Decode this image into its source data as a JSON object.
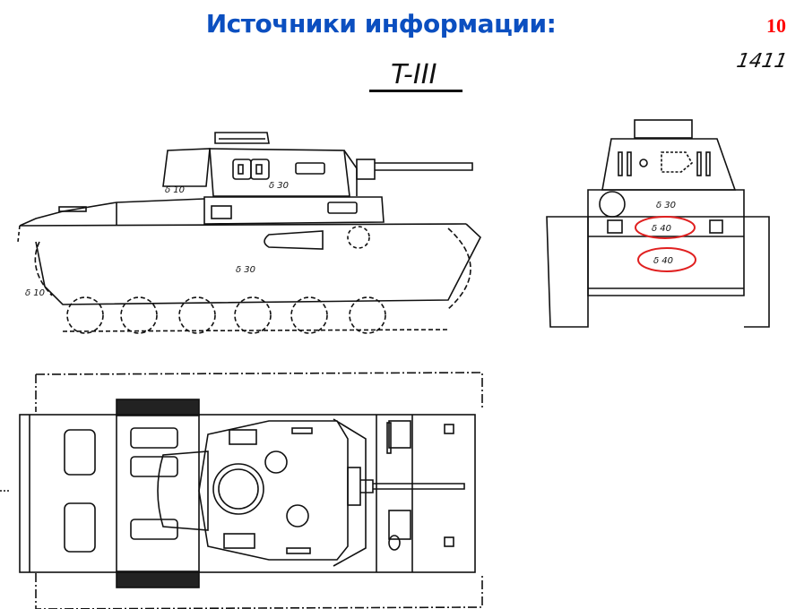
{
  "slide": {
    "title": "Источники информации:",
    "number": "10",
    "handwritten_note": "1411"
  },
  "drawing": {
    "title": "T-III",
    "views": [
      "side-view",
      "front-view",
      "top-view"
    ],
    "side_labels": {
      "turret_rear": "δ 10",
      "turret_side": "δ 30",
      "hull_side": "δ 30",
      "rear_lower": "δ 10"
    },
    "front_labels": {
      "upper_plate": "δ 30",
      "middle_plate": "δ 40",
      "lower_plate": "δ 40"
    },
    "highlight_color": "#e02020",
    "line_color": "#111111"
  },
  "colors": {
    "title": "#0b4fc0",
    "slide_number": "#ff0000"
  }
}
